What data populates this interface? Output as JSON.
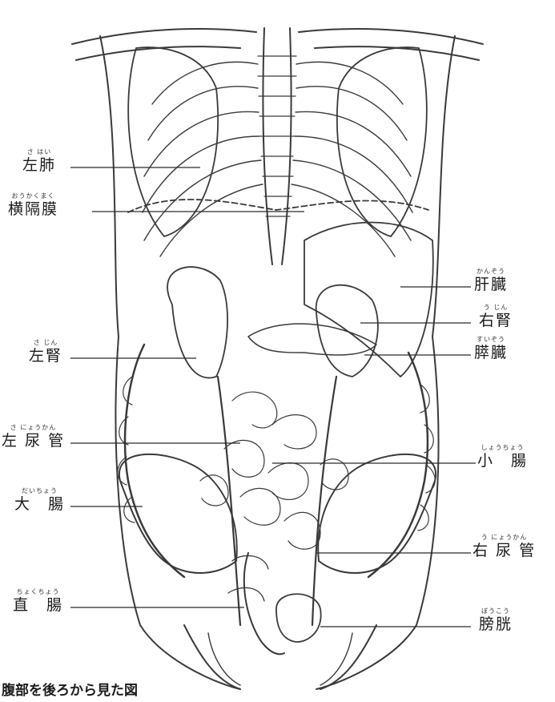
{
  "labels": [
    {
      "id": "left-lung",
      "ruby": "さ はい",
      "text": "左肺"
    },
    {
      "id": "diaphragm",
      "ruby": "おうかくまく",
      "text": "横隔膜"
    },
    {
      "id": "liver",
      "ruby": "かんぞう",
      "text": "肝臓"
    },
    {
      "id": "right-kidney",
      "ruby": "う じん",
      "text": "右腎"
    },
    {
      "id": "left-kidney",
      "ruby": "さ じん",
      "text": "左腎"
    },
    {
      "id": "pancreas",
      "ruby": "すいぞう",
      "text": "膵臓"
    },
    {
      "id": "left-ureter",
      "ruby": "さ にょうかん",
      "text": "左 尿 管"
    },
    {
      "id": "small-intestine",
      "ruby": "しょうちょう",
      "text": "小　腸"
    },
    {
      "id": "large-intestine",
      "ruby": "だいちょう",
      "text": "大　腸"
    },
    {
      "id": "right-ureter",
      "ruby": "う にょうかん",
      "text": "右 尿 管"
    },
    {
      "id": "rectum",
      "ruby": "ちょくちょう",
      "text": "直　腸"
    },
    {
      "id": "bladder",
      "ruby": "ぼうこう",
      "text": "膀胱"
    }
  ],
  "caption": "腹部を後ろから見た図",
  "colors": {
    "line": "#2a2a2a",
    "paper": "#ffffff"
  }
}
